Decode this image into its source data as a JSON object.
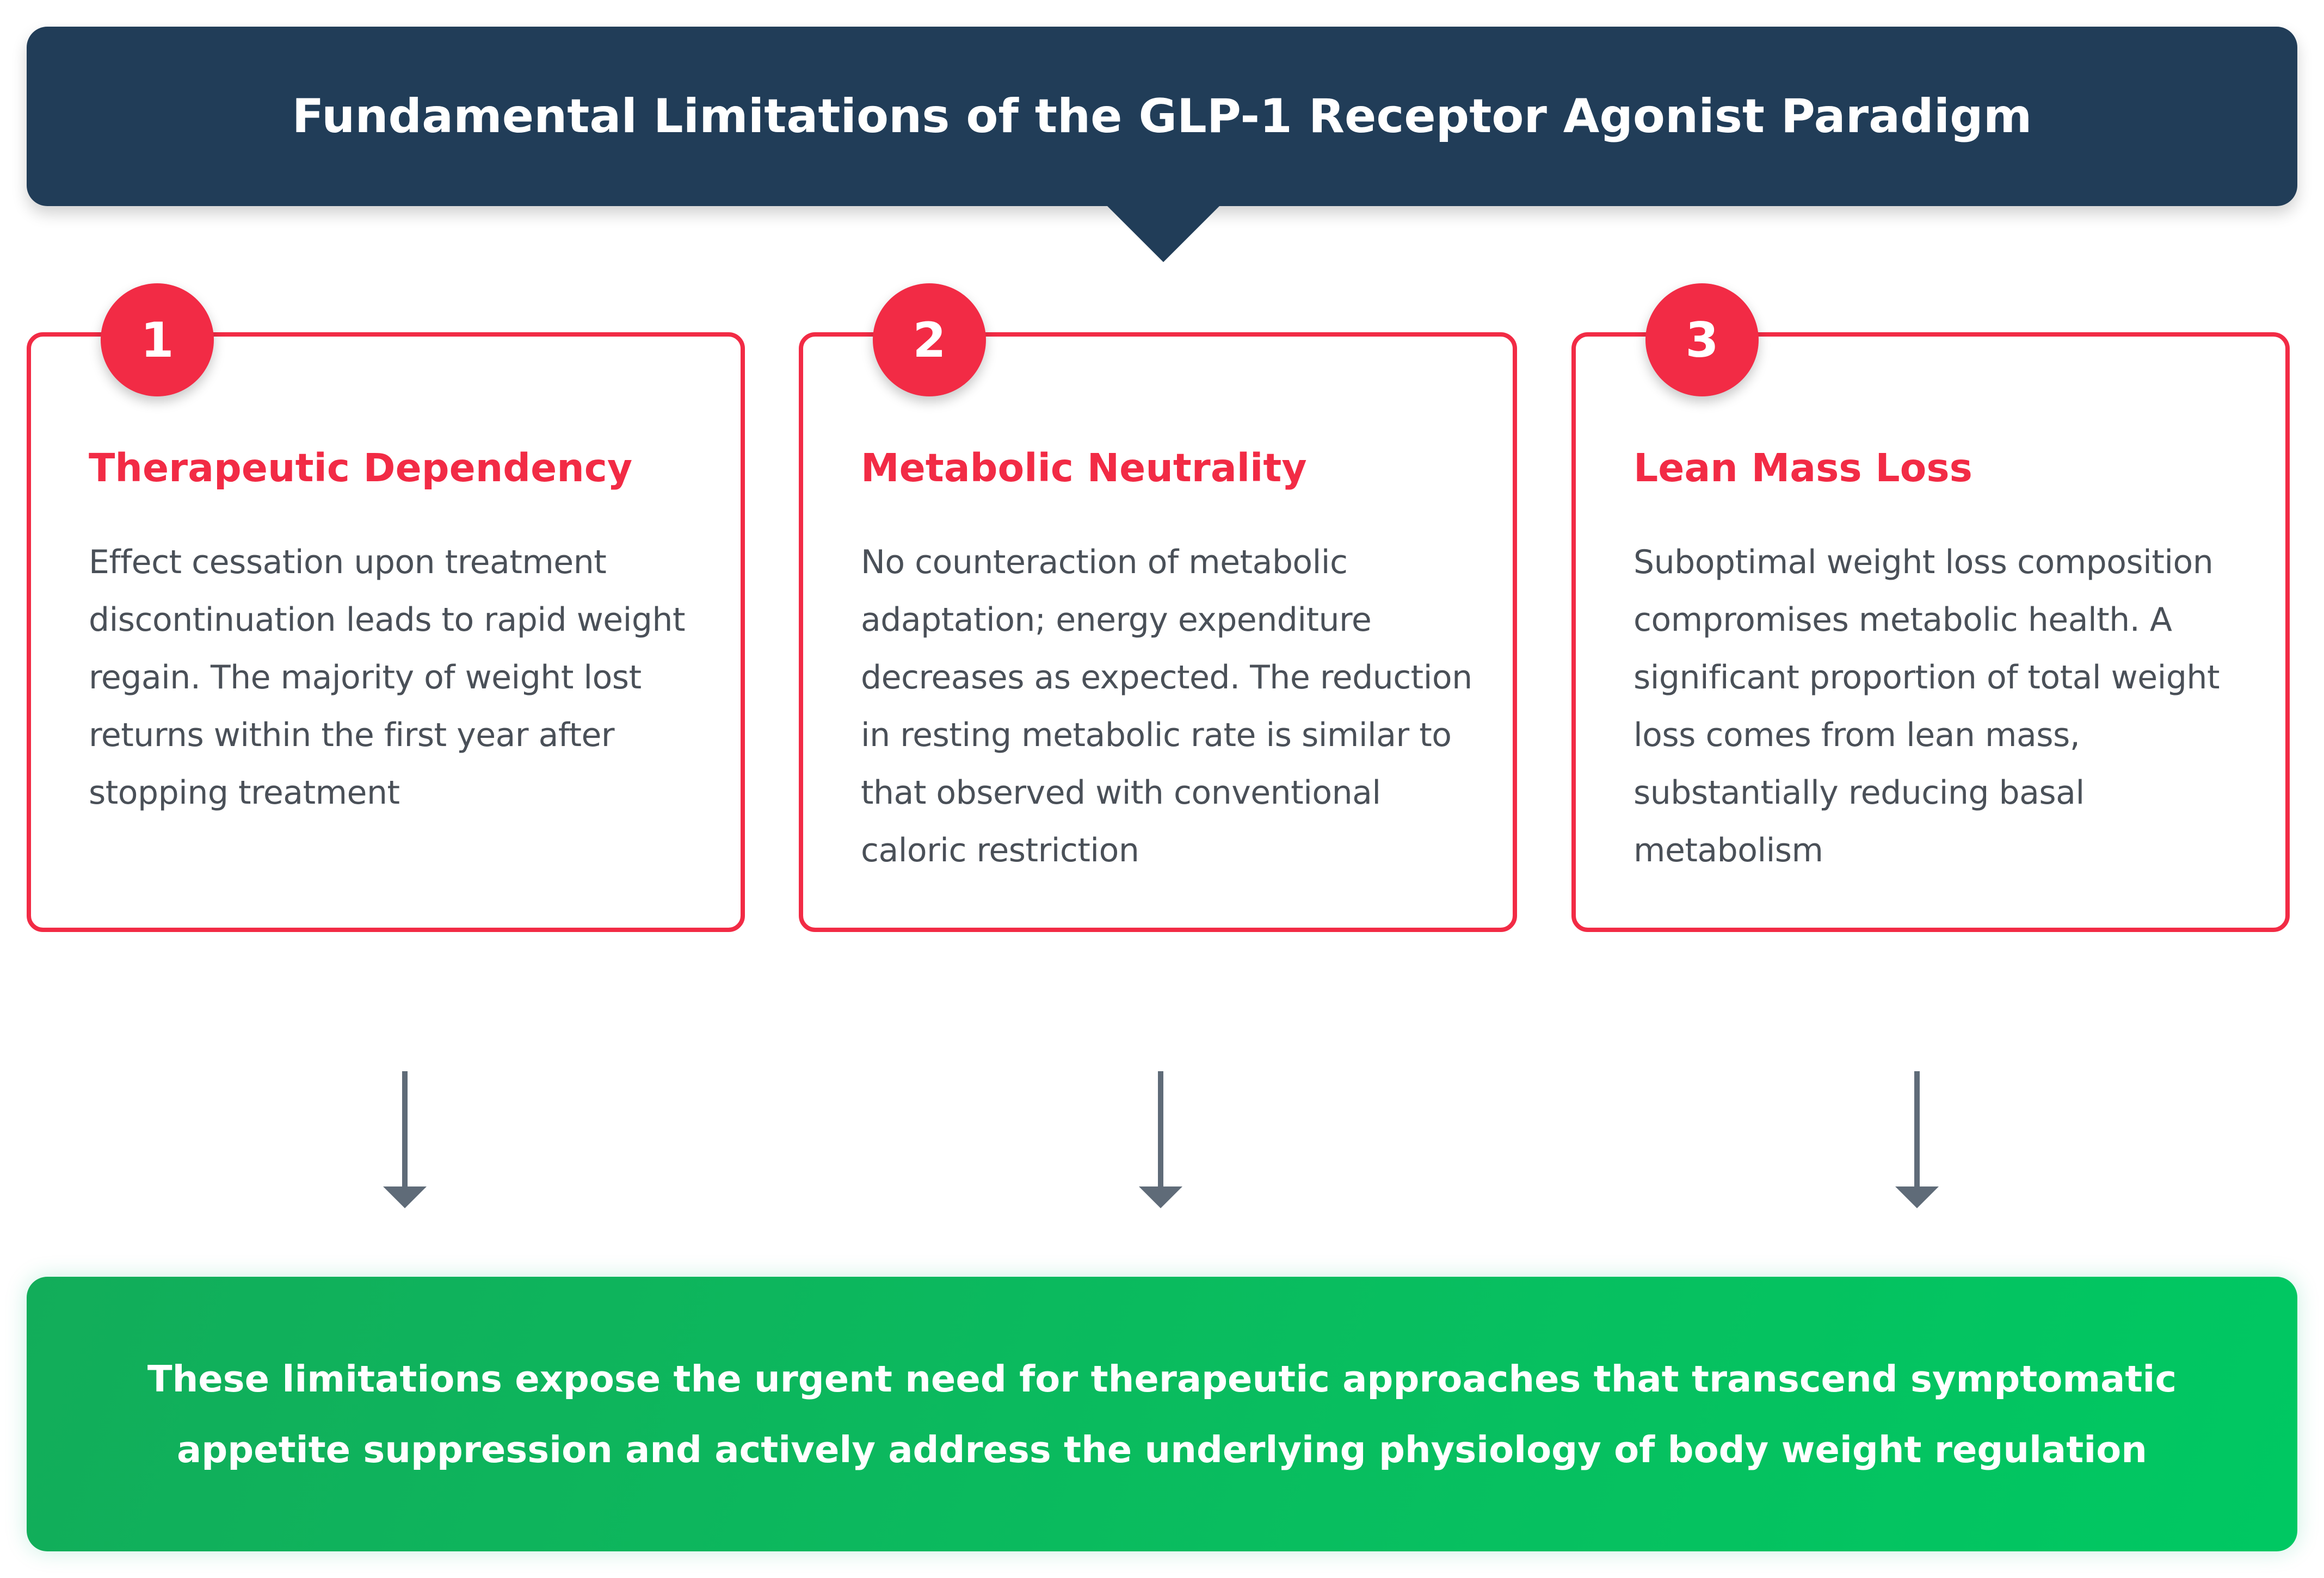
{
  "header": {
    "title": "Fundamental Limitations of the GLP-1 Receptor Agonist Paradigm"
  },
  "cards": [
    {
      "number": "1",
      "title": "Therapeutic Dependency",
      "text": "Effect cessation upon treatment discontinuation leads to rapid weight regain. The majority of weight lost returns within the first year after stopping treatment"
    },
    {
      "number": "2",
      "title": "Metabolic Neutrality",
      "text": "No counteraction of metabolic adaptation; energy expenditure decreases as expected. The reduction in resting metabolic rate is similar to that observed with conventional caloric restriction"
    },
    {
      "number": "3",
      "title": "Lean Mass Loss",
      "text": "Suboptimal weight loss composition compromises metabolic health. A significant proportion of total weight loss comes from lean mass, substantially reducing basal metabolism"
    }
  ],
  "conclusion": {
    "text": "These limitations expose the urgent need for therapeutic approaches that transcend symptomatic appetite suppression and actively address the underlying physiology of body weight regulation"
  },
  "colors": {
    "header_bg": "#213d58",
    "accent_red": "#f22b45",
    "body_text": "#4a5058",
    "arrow": "#5f6b78",
    "conclusion_green": "#00c862"
  }
}
